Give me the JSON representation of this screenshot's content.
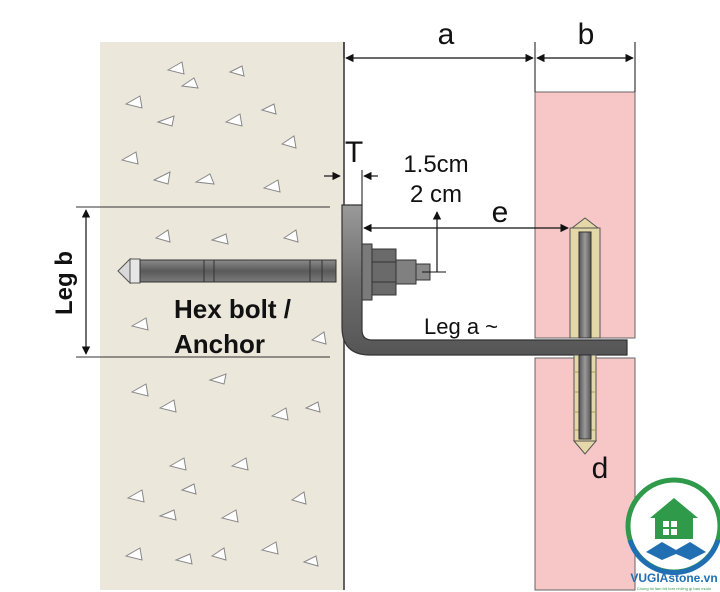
{
  "labels": {
    "a": "a",
    "b": "b",
    "t": "T",
    "gap_top": "1.5cm",
    "gap_bottom": "2 cm",
    "e": "e",
    "leg_b": "Leg b",
    "hex_bolt_line1": "Hex bolt /",
    "hex_bolt_line2": "Anchor",
    "leg_a": "Leg a ~",
    "d": "d"
  },
  "logo": {
    "brand": "VUGIAstone.vn",
    "tagline": "Chúng tôi làm tốt hơn những gì bạn muốn"
  },
  "colors": {
    "concrete": "#ece7db",
    "stone": "#f7c7c8",
    "steel": "#6f6f6f",
    "dimension_line": "#111111",
    "logo_green": "#2e9a4a",
    "logo_blue": "#1f6fb2"
  }
}
